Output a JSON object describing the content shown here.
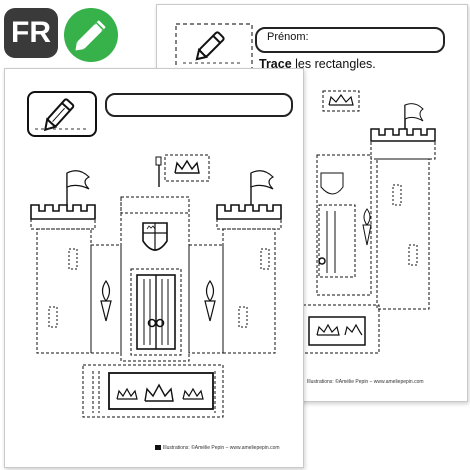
{
  "language_badge": {
    "label": "FR"
  },
  "editable_badge": {
    "icon": "pencil-icon",
    "color": "#37b14a"
  },
  "back_sheet": {
    "name_label": "Prénom:",
    "instruction_bold": "Trace",
    "instruction_rest": " les rectangles.",
    "footer": "Illustrations: ©Amélie Pepin – www.ameliepepin.com"
  },
  "front_sheet": {
    "footer": "Illustrations: ©Amélie Pepin – www.ameliepepin.com"
  }
}
